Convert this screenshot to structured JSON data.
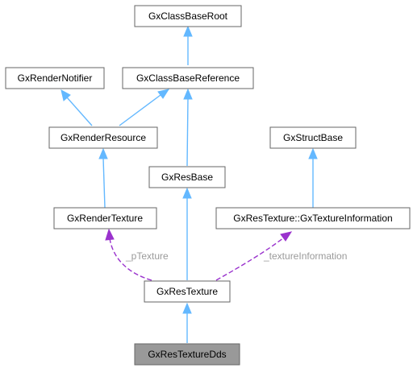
{
  "nodes": {
    "root": "GxClassBaseRoot",
    "notifier": "GxRenderNotifier",
    "reference": "GxClassBaseReference",
    "render_resource": "GxRenderResource",
    "struct_base": "GxStructBase",
    "res_base": "GxResBase",
    "render_texture": "GxRenderTexture",
    "texture_information": "GxResTexture::GxTextureInformation",
    "res_texture": "GxResTexture",
    "res_texture_dds": "GxResTextureDds"
  },
  "edge_labels": {
    "p_texture": "_pTexture",
    "texture_information": "_textureInformation"
  },
  "colors": {
    "inheritance": "#63b8ff",
    "member": "#9a32cd",
    "current_node": "#999999",
    "label": "#9a9a9a"
  }
}
